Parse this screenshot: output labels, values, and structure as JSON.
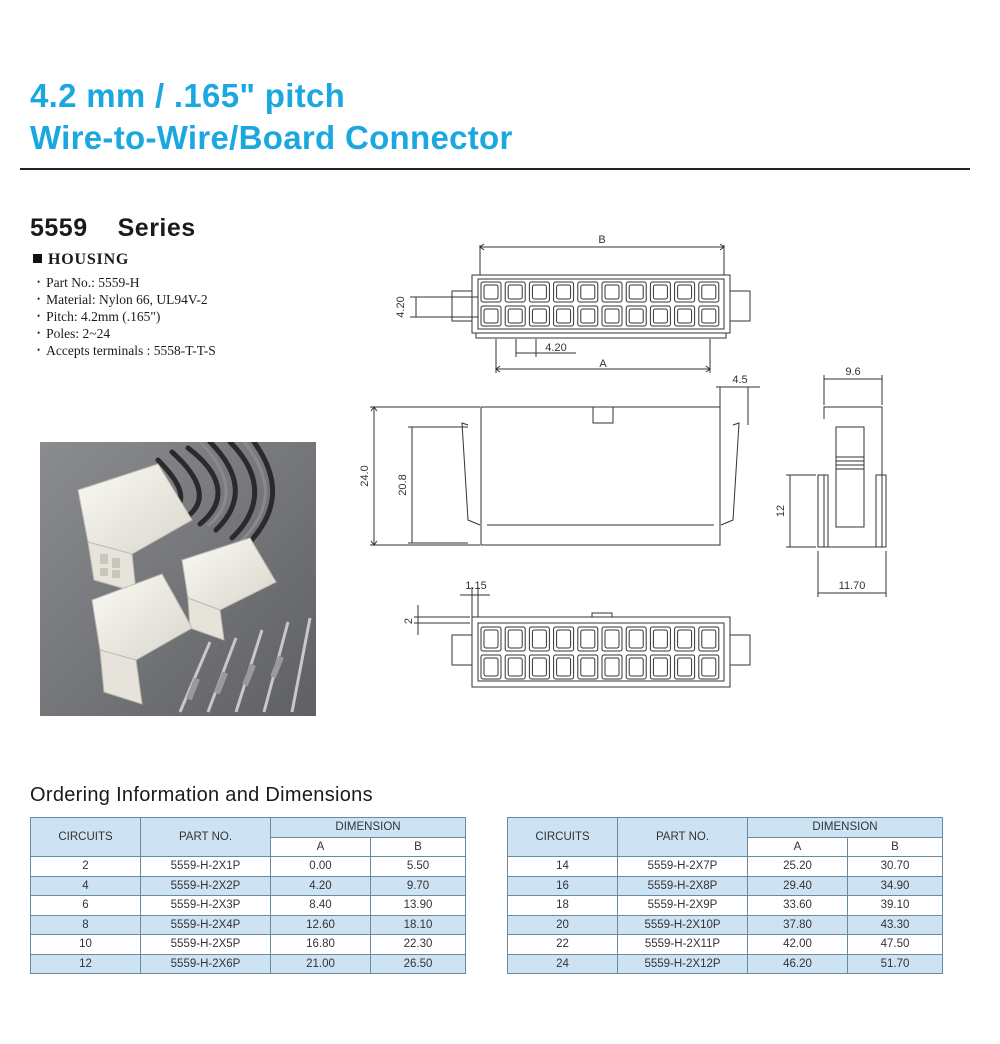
{
  "header": {
    "title_line1": "4.2 mm / .165\" pitch",
    "title_line2": "Wire-to-Wire/Board Connector"
  },
  "series": {
    "number": "5559",
    "label": "Series"
  },
  "housing": {
    "heading": "HOUSING",
    "specs": [
      "Part No.: 5559-H",
      "Material: Nylon 66, UL94V-2",
      "Pitch: 4.2mm (.165\")",
      "Poles: 2~24",
      "Accepts terminals : 5558-T-T-S"
    ]
  },
  "drawing": {
    "top_view": {
      "dim_b": "B",
      "dim_a": "A",
      "pitch_v": "4.20",
      "pitch_h": "4.20"
    },
    "side_view": {
      "width_right": "4.5",
      "height_total": "24.0",
      "height_inner": "20.8"
    },
    "end_view": {
      "width_top": "9.6",
      "height": "12",
      "width_bottom": "11.70"
    },
    "bottom_view": {
      "offset_h": "1.15",
      "offset_v": "2"
    }
  },
  "ordering": {
    "title": "Ordering Information and Dimensions",
    "headers": {
      "circuits": "CIRCUITS",
      "part_no": "PART NO.",
      "dimension": "DIMENSION",
      "a": "A",
      "b": "B"
    },
    "left_rows": [
      {
        "circuits": "2",
        "part": "5559-H-2X1P",
        "a": "0.00",
        "b": "5.50"
      },
      {
        "circuits": "4",
        "part": "5559-H-2X2P",
        "a": "4.20",
        "b": "9.70"
      },
      {
        "circuits": "6",
        "part": "5559-H-2X3P",
        "a": "8.40",
        "b": "13.90"
      },
      {
        "circuits": "8",
        "part": "5559-H-2X4P",
        "a": "12.60",
        "b": "18.10"
      },
      {
        "circuits": "10",
        "part": "5559-H-2X5P",
        "a": "16.80",
        "b": "22.30"
      },
      {
        "circuits": "12",
        "part": "5559-H-2X6P",
        "a": "21.00",
        "b": "26.50"
      }
    ],
    "right_rows": [
      {
        "circuits": "14",
        "part": "5559-H-2X7P",
        "a": "25.20",
        "b": "30.70"
      },
      {
        "circuits": "16",
        "part": "5559-H-2X8P",
        "a": "29.40",
        "b": "34.90"
      },
      {
        "circuits": "18",
        "part": "5559-H-2X9P",
        "a": "33.60",
        "b": "39.10"
      },
      {
        "circuits": "20",
        "part": "5559-H-2X10P",
        "a": "37.80",
        "b": "43.30"
      },
      {
        "circuits": "22",
        "part": "5559-H-2X11P",
        "a": "42.00",
        "b": "47.50"
      },
      {
        "circuits": "24",
        "part": "5559-H-2X12P",
        "a": "46.20",
        "b": "51.70"
      }
    ]
  },
  "colors": {
    "title_blue": "#1ba8e0",
    "table_header": "#cde3f3"
  }
}
